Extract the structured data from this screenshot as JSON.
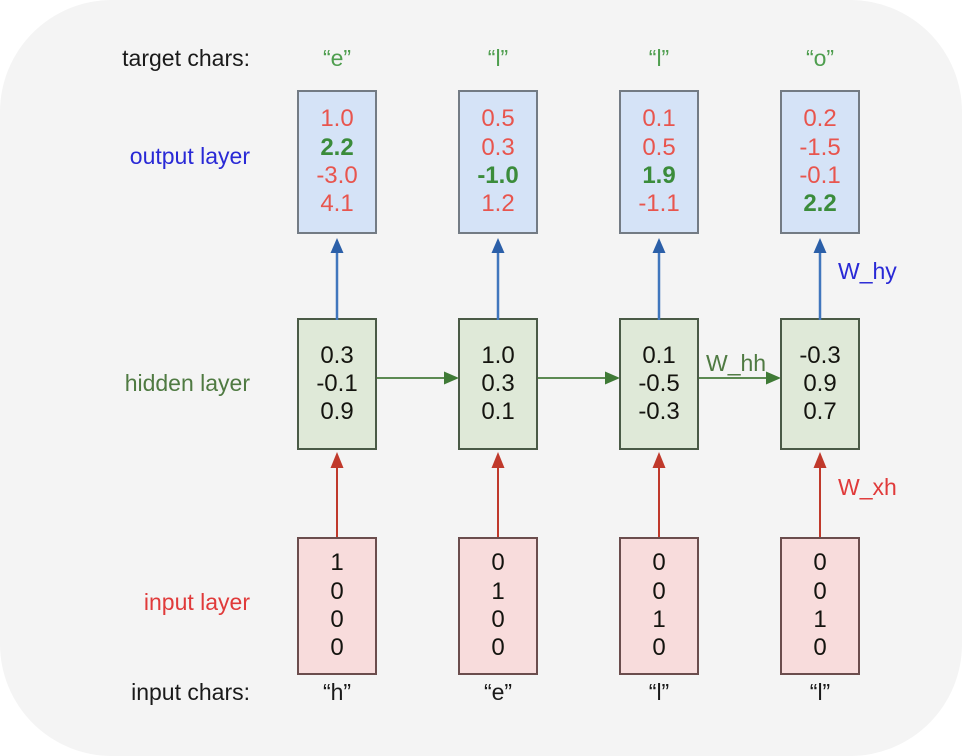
{
  "diagram": {
    "title_row_label": "target chars:",
    "bottom_row_label": "input chars:",
    "row_labels": {
      "output": "output layer",
      "hidden": "hidden layer",
      "input": "input layer"
    },
    "weights": {
      "w_hy": "W_hy",
      "w_hh": "W_hh",
      "w_xh": "W_xh"
    },
    "colors": {
      "card_background": "#f4f4f4",
      "page_background": "#ffffff",
      "output_fill": "#d5e3f7",
      "output_border": "#737b84",
      "output_text": "#e8554e",
      "output_highlight_text": "#3b8c3b",
      "hidden_fill": "#dfe9d8",
      "hidden_border": "#4a5a46",
      "hidden_text": "#14140f",
      "input_fill": "#f8dcdc",
      "input_border": "#6b4d4d",
      "input_text": "#14140f",
      "output_label": "#2929d6",
      "hidden_label": "#4f7a42",
      "input_label": "#e03a3a",
      "target_char": "#4f9e4f",
      "input_char": "#1a1a1a",
      "arrow_blue": "#4076bd",
      "arrow_green": "#5c8a52",
      "arrow_red": "#c0392b"
    },
    "columns": [
      {
        "target_char": "“e”",
        "input_char": "“h”",
        "output": {
          "values": [
            "1.0",
            "2.2",
            "-3.0",
            "4.1"
          ],
          "highlight_index": 1
        },
        "hidden": {
          "values": [
            "0.3",
            "-0.1",
            "0.9"
          ]
        },
        "input": {
          "values": [
            "1",
            "0",
            "0",
            "0"
          ]
        }
      },
      {
        "target_char": "“l”",
        "input_char": "“e”",
        "output": {
          "values": [
            "0.5",
            "0.3",
            "-1.0",
            "1.2"
          ],
          "highlight_index": 2
        },
        "hidden": {
          "values": [
            "1.0",
            "0.3",
            "0.1"
          ]
        },
        "input": {
          "values": [
            "0",
            "1",
            "0",
            "0"
          ]
        }
      },
      {
        "target_char": "“l”",
        "input_char": "“l”",
        "output": {
          "values": [
            "0.1",
            "0.5",
            "1.9",
            "-1.1"
          ],
          "highlight_index": 2
        },
        "hidden": {
          "values": [
            "0.1",
            "-0.5",
            "-0.3"
          ]
        },
        "input": {
          "values": [
            "0",
            "0",
            "1",
            "0"
          ]
        }
      },
      {
        "target_char": "“o”",
        "input_char": "“l”",
        "output": {
          "values": [
            "0.2",
            "-1.5",
            "-0.1",
            "2.2"
          ],
          "highlight_index": 3
        },
        "hidden": {
          "values": [
            "-0.3",
            "0.9",
            "0.7"
          ]
        },
        "input": {
          "values": [
            "0",
            "0",
            "1",
            "0"
          ]
        }
      }
    ]
  }
}
